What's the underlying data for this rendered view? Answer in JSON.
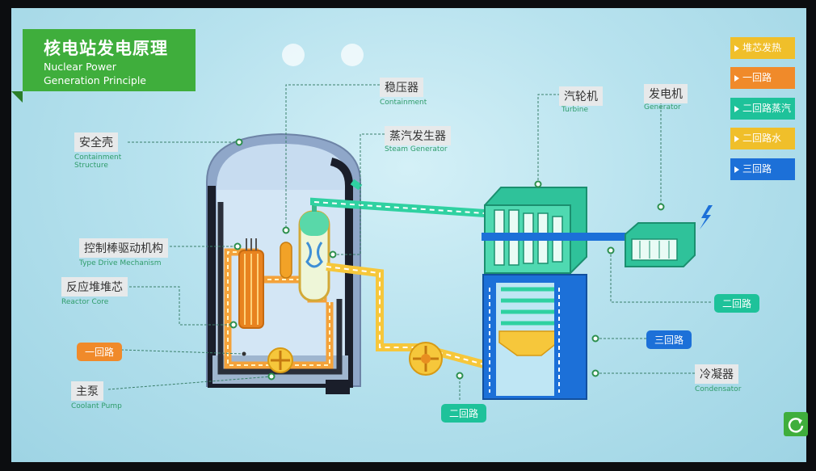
{
  "title": {
    "cn": "核电站发电原理",
    "en_line1": "Nuclear Power",
    "en_line2": "Generation Principle"
  },
  "legend": [
    {
      "label": "堆芯发热",
      "color": "#f0bf2a"
    },
    {
      "label": "一回路",
      "color": "#f08a2a"
    },
    {
      "label": "二回路蒸汽",
      "color": "#1ec29a"
    },
    {
      "label": "二回路水",
      "color": "#f0bf2a"
    },
    {
      "label": "三回路",
      "color": "#1c70d8"
    }
  ],
  "labels": {
    "containment_structure": {
      "cn": "安全壳",
      "en1": "Containment",
      "en2": "Structure"
    },
    "drive_mechanism": {
      "cn": "控制棒驱动机构",
      "en": "Type Drive Mechanism"
    },
    "reactor_core": {
      "cn": "反应堆堆芯",
      "en": "Reactor Core"
    },
    "primary_loop": {
      "cn": "一回路"
    },
    "coolant_pump": {
      "cn": "主泵",
      "en": "Coolant Pump"
    },
    "pressurizer": {
      "cn": "稳压器",
      "en": "Containment"
    },
    "steam_generator": {
      "cn": "蒸汽发生器",
      "en": "Steam Generator"
    },
    "turbine": {
      "cn": "汽轮机",
      "en": "Turbine"
    },
    "generator": {
      "cn": "发电机",
      "en": "Generator"
    },
    "secondary_loop_right": {
      "cn": "二回路"
    },
    "tertiary_loop": {
      "cn": "三回路"
    },
    "condenser": {
      "cn": "冷凝器",
      "en": "Condensator"
    },
    "secondary_loop_bottom": {
      "cn": "二回路"
    }
  },
  "icons": {
    "reset": "reset-icon",
    "lightning": "lightning-icon"
  }
}
